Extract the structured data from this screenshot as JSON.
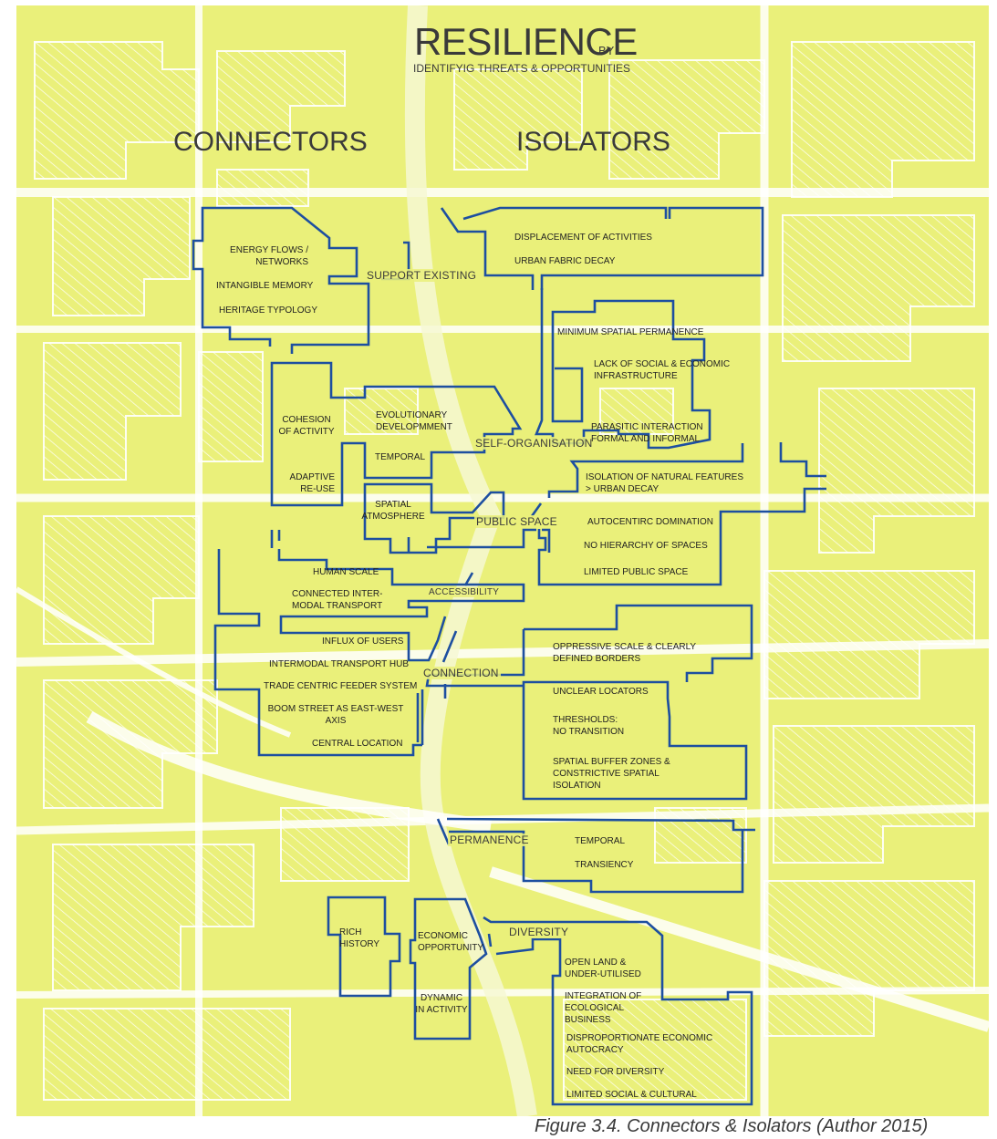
{
  "title": "RESILIENCE",
  "title_suffix": "BY",
  "subtitle": "IDENTIFYIG THREATS & OPPORTUNITIES",
  "connectors_heading": "CONNECTORS",
  "isolators_heading": "ISOLATORS",
  "caption": "Figure 3.4. Connectors & Isolators (Author 2015)",
  "colors": {
    "background": "#eaf07a",
    "outline": "#1d4fa0",
    "hatch": "#ffffff"
  },
  "themes": {
    "support_existing": "SUPPORT EXISTING",
    "self_organisation": "SELF-ORGANISATION",
    "public_space": "PUBLIC SPACE",
    "accessibility": "ACCESSIBILITY",
    "connection": "CONNECTION",
    "permanence": "PERMANENCE",
    "diversity": "DIVERSITY"
  },
  "connectors": {
    "energy_flows": "ENERGY FLOWS /\nNETWORKS",
    "intangible_memory": "INTANGIBLE MEMORY",
    "heritage_typology": "HERITAGE TYPOLOGY",
    "cohesion": "COHESION\nOF ACTIVITY",
    "adaptive_reuse": "ADAPTIVE\nRE-USE",
    "evolutionary": "EVOLUTIONARY\nDEVELOPMMENT",
    "temporal": "TEMPORAL",
    "spatial_atmosphere": "SPATIAL\nATMOSPHERE",
    "human_scale": "HUMAN SCALE",
    "connected_transport": "CONNECTED INTER-\nMODAL TRANSPORT",
    "influx": "INFLUX OF USERS",
    "intermodal_hub": "INTERMODAL TRANSPORT HUB",
    "trade_centric": "TRADE CENTRIC FEEDER SYSTEM",
    "boom_street": "BOOM STREET AS EAST-WEST\nAXIS",
    "central_location": "CENTRAL LOCATION",
    "rich_history": "RICH\nHISTORY",
    "economic_opportunity": "ECONOMIC\nOPPORTUNITY",
    "dynamic_activity": "DYNAMIC\nIN ACTIVITY"
  },
  "isolators": {
    "displacement": "DISPLACEMENT OF ACTIVITIES",
    "urban_fabric_decay": "URBAN FABRIC DECAY",
    "min_spatial_permanence": "MINIMUM SPATIAL PERMANENCE",
    "lack_infrastructure": "LACK OF SOCIAL & ECONOMIC\nINFRASTRUCTURE",
    "parasitic": "PARASITIC INTERACTION\nFORMAL AND INFORMAL",
    "isolation_natural": "ISOLATION OF NATURAL FEATURES\n> URBAN DECAY",
    "autocentric": "AUTOCENTIRC DOMINATION",
    "no_hierarchy": "NO HIERARCHY OF SPACES",
    "limited_public_space": "LIMITED PUBLIC SPACE",
    "oppressive_scale": "OPPRESSIVE SCALE & CLEARLY\nDEFINED BORDERS",
    "unclear_locators": "UNCLEAR LOCATORS",
    "thresholds": "THRESHOLDS:\nNO TRANSITION",
    "buffer_zones": "SPATIAL BUFFER ZONES &\nCONSTRICTIVE SPATIAL\nISOLATION",
    "temporal": "TEMPORAL",
    "transiency": "TRANSIENCY",
    "open_land": "OPEN LAND  &\nUNDER-UTILISED",
    "integration_ecological": "INTEGRATION OF\nECOLOGICAL\nBUSINESS",
    "disproportionate": "DISPROPORTIONATE ECONOMIC\nAUTOCRACY",
    "need_diversity": "NEED FOR DIVERSITY",
    "limited_social": "LIMITED SOCIAL & CULTURAL"
  }
}
